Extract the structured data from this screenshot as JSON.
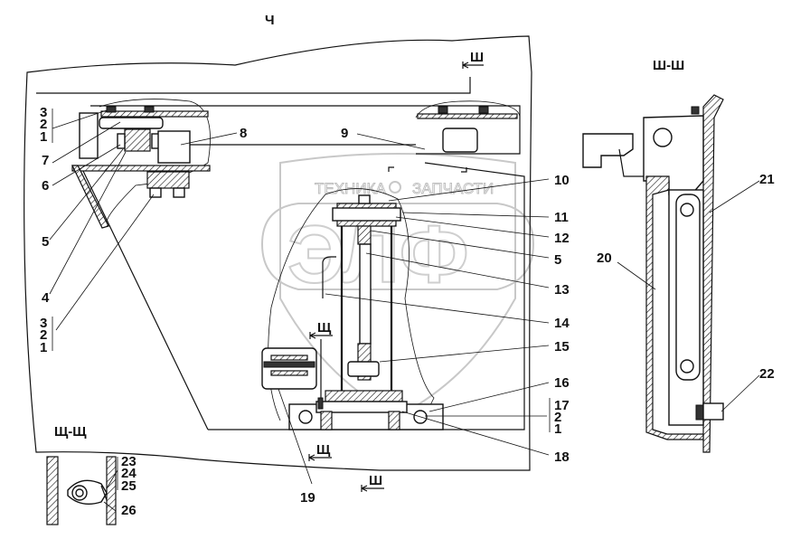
{
  "view_labels": {
    "main": "Ч",
    "section_sh": "Ш-Ш",
    "section_shch": "Щ-Щ"
  },
  "section_marks": {
    "sh_top": "Ш",
    "sh_bottom": "Ш",
    "shch_upper": "Щ",
    "shch_lower": "Щ"
  },
  "callouts": {
    "c3a": "3",
    "c2a": "2",
    "c1a": "1",
    "c7": "7",
    "c6": "6",
    "c8": "8",
    "c5a": "5",
    "c4": "4",
    "c3b": "3",
    "c2b": "2",
    "c1b": "1",
    "c9": "9",
    "c10": "10",
    "c11": "11",
    "c12": "12",
    "c5b": "5",
    "c13": "13",
    "c14": "14",
    "c15": "15",
    "c16": "16",
    "c17": "17",
    "c2c": "2",
    "c1c": "1",
    "c18": "18",
    "c19": "19",
    "c20": "20",
    "c21": "21",
    "c22": "22",
    "c23": "23",
    "c24": "24",
    "c25": "25",
    "c26": "26"
  },
  "watermark": {
    "text_left": "ТЕХНИКА",
    "text_right": "ЗАПЧАСТИ",
    "logo": "ЭЛФ",
    "gear": "gear-icon"
  }
}
